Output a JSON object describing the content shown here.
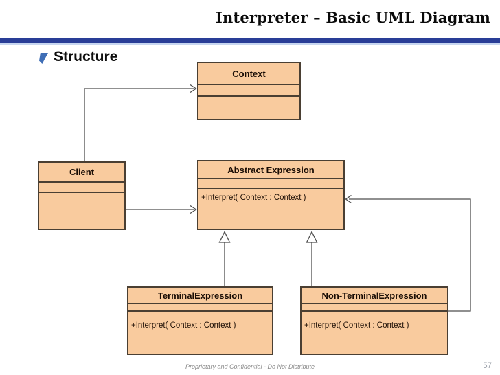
{
  "slide": {
    "title": "Interpreter – Basic UML Diagram",
    "section_heading": "Structure",
    "footer": "Proprietary and Confidential - Do Not Distribute",
    "page_number": "57"
  },
  "colors": {
    "accent_bar": "#293D97",
    "accent_bar_underline": "#C7D6F0",
    "bullet": "#3F6EB6",
    "class_fill": "#F9CB9E",
    "class_border": "#4A3F33",
    "connector": "#4d4d4d",
    "footer_text": "#8a8a8a"
  },
  "diagram": {
    "type": "uml-class-diagram",
    "pattern": "Interpreter",
    "classes": [
      {
        "id": "context",
        "name": "Context",
        "attributes": [],
        "methods": []
      },
      {
        "id": "client",
        "name": "Client",
        "attributes": [],
        "methods": []
      },
      {
        "id": "abstract-expression",
        "name": "Abstract Expression",
        "attributes": [],
        "methods": [
          "+Interpret( Context : Context )"
        ]
      },
      {
        "id": "terminal-expression",
        "name": "TerminalExpression",
        "attributes": [],
        "methods": [
          "+Interpret( Context : Context )"
        ]
      },
      {
        "id": "non-terminal-expression",
        "name": "Non-TerminalExpression",
        "attributes": [],
        "methods": [
          "+Interpret( Context : Context )"
        ]
      }
    ],
    "relationships": [
      {
        "from": "client",
        "to": "context",
        "type": "association",
        "arrowhead": "open"
      },
      {
        "from": "client",
        "to": "abstract-expression",
        "type": "association",
        "arrowhead": "open"
      },
      {
        "from": "terminal-expression",
        "to": "abstract-expression",
        "type": "generalization",
        "arrowhead": "hollow-triangle"
      },
      {
        "from": "non-terminal-expression",
        "to": "abstract-expression",
        "type": "generalization",
        "arrowhead": "hollow-triangle"
      },
      {
        "from": "non-terminal-expression",
        "to": "abstract-expression",
        "type": "association",
        "arrowhead": "open",
        "route": "right-side-loop"
      }
    ]
  }
}
